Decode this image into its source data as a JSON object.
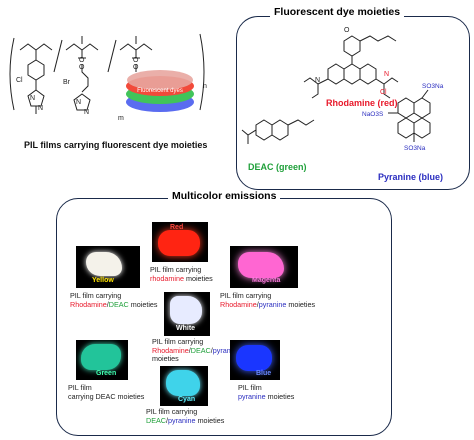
{
  "top_left": {
    "caption": "PIL films carrying fluorescent dye moieties",
    "disc_label": "Fluorescent dyes",
    "labels": {
      "cl": "Cl",
      "br": "Br",
      "n": "n",
      "m": "m",
      "o1": "O",
      "o2": "O",
      "o3": "O",
      "o4": "O",
      "n1": "N",
      "n2": "N",
      "n3": "N",
      "n4": "N"
    }
  },
  "dyes_panel": {
    "title": "Fluorescent dye moieties",
    "rhodamine": "Rhodamine (red)",
    "deac": "DEAC (green)",
    "pyranine": "Pyranine (blue)",
    "so3na_top": "SO3Na",
    "so3na_left": "NaO3S",
    "so3na_bottom": "SO3Na",
    "cl_label": "Cl",
    "n_left": "N",
    "n_right": "N",
    "o_label": "O"
  },
  "emissions_panel": {
    "title": "Multicolor emissions",
    "samples": [
      {
        "label": "Yellow",
        "color": "#f2f0e8"
      },
      {
        "label": "Red",
        "color": "#ff2a10"
      },
      {
        "label": "Magenta",
        "color": "#ff6bd6"
      },
      {
        "label": "White",
        "color": "#e9ecff"
      },
      {
        "label": "Green",
        "color": "#26c7a0"
      },
      {
        "label": "Cyan",
        "color": "#3fd4ea"
      },
      {
        "label": "Blue",
        "color": "#1d3cff"
      }
    ],
    "captions": {
      "pil_carrying": "PIL film carrying",
      "moieties": "moieties",
      "rhodamine": "Rhodamine",
      "deac": "DEAC",
      "pyranine": "pyranine",
      "rhodamine_lc": "rhodamine",
      "slash": "/",
      "carrying_deac": "carrying DEAC moieties",
      "pil_film": "PIL film"
    }
  }
}
